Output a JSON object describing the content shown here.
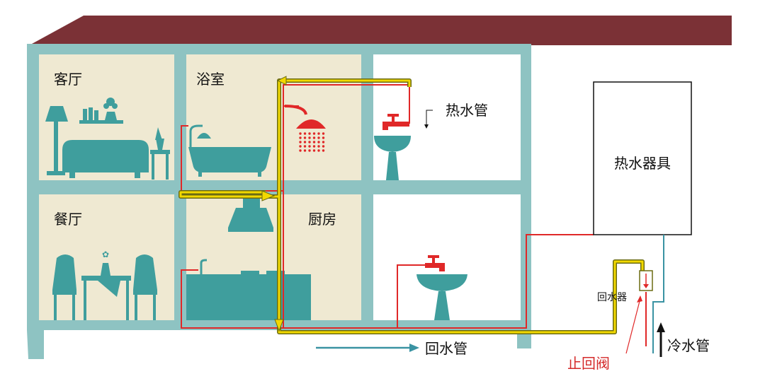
{
  "rooms": {
    "living": "客厅",
    "bathroom": "浴室",
    "dining": "餐厅",
    "kitchen": "厨房"
  },
  "labels": {
    "hot_pipe": "热水管",
    "heater": "热水器具",
    "return_device": "回水器",
    "check_valve": "止回阀",
    "return_pipe": "回水管",
    "cold_pipe": "冷水管"
  },
  "colors": {
    "roof": "#7b3136",
    "wall": "#8ec3c2",
    "room_bg": "#efe9d2",
    "furniture": "#3f9e9d",
    "hot_line": "#e02828",
    "return_line": "#e8d300",
    "cold_line": "#3a93a3"
  }
}
